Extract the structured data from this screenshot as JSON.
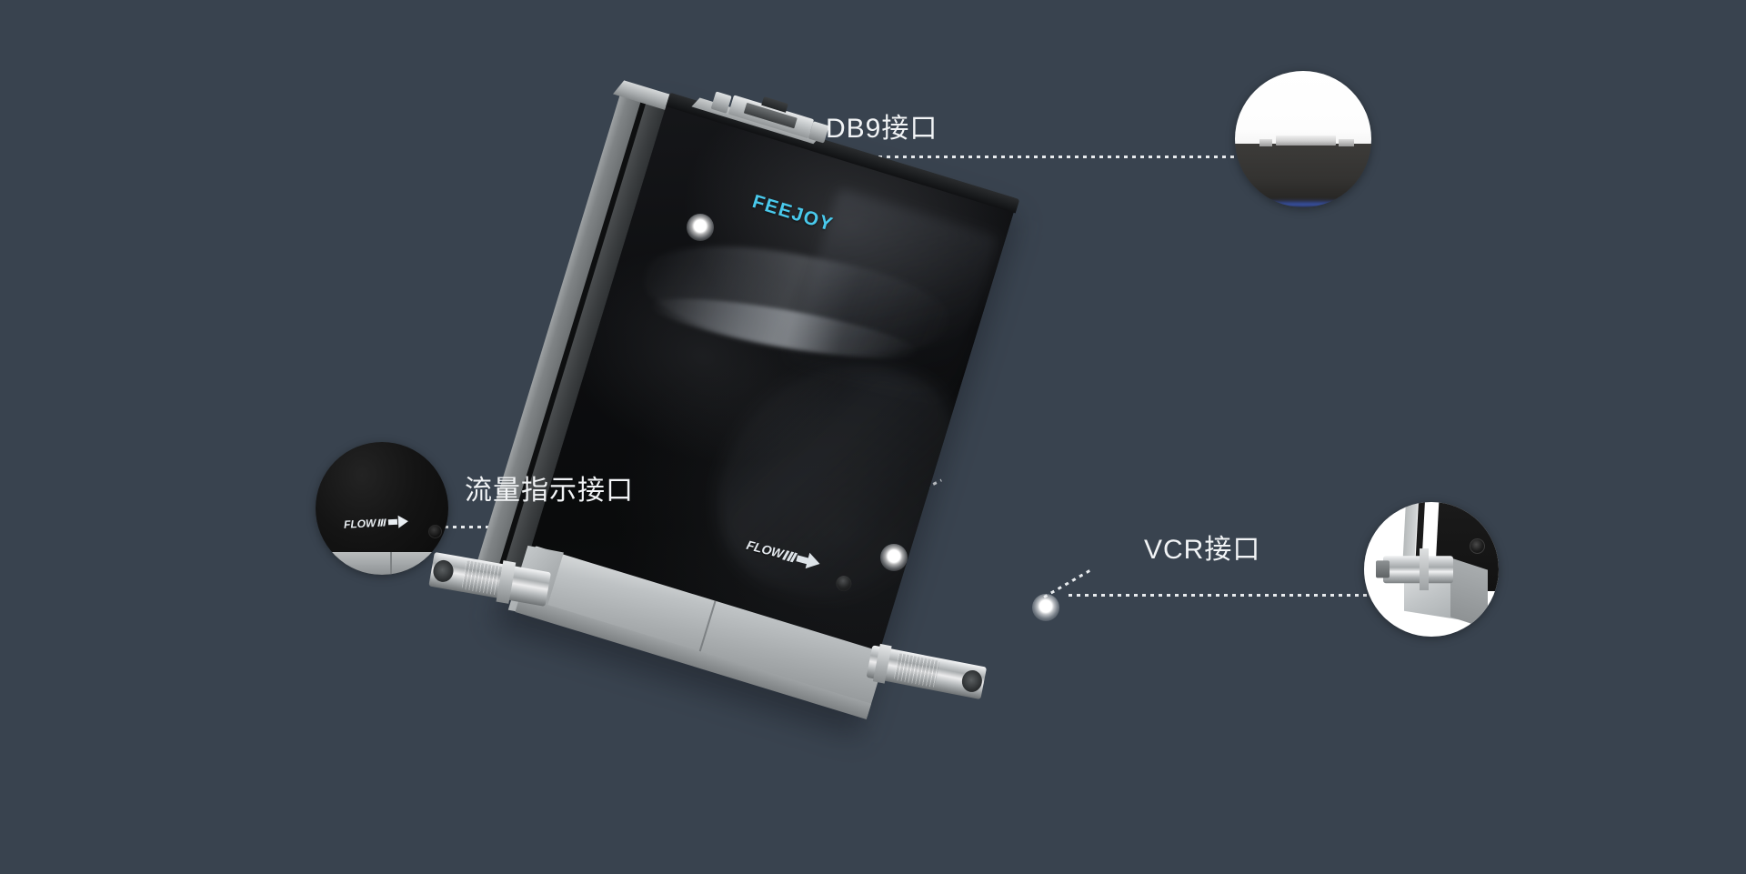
{
  "page": {
    "background_color": "#39434f",
    "type": "product-annotation-diagram",
    "subject": "mass flow controller"
  },
  "device": {
    "brand_logo": "FEEJOY",
    "brand_logo_color": "#49c9ec",
    "flow_marking": "FLOW",
    "body_color": "#0c0d0f",
    "base_color": "#b8bcbe"
  },
  "callouts": [
    {
      "id": "db9",
      "label": "DB9接口",
      "marker": "glow-dot",
      "detail_circle": "db9-connector-closeup"
    },
    {
      "id": "flow-indicator",
      "label": "流量指示接口",
      "marker": "glow-dot",
      "detail_circle": "flow-marking-closeup"
    },
    {
      "id": "vcr",
      "label": "VCR接口",
      "marker": "glow-dot",
      "detail_circle": "vcr-fitting-closeup"
    }
  ],
  "detail_circles": {
    "db9": {
      "flow_text": ""
    },
    "flow": {
      "flow_text": "FLOW"
    },
    "vcr": {
      "flow_text": ""
    }
  }
}
